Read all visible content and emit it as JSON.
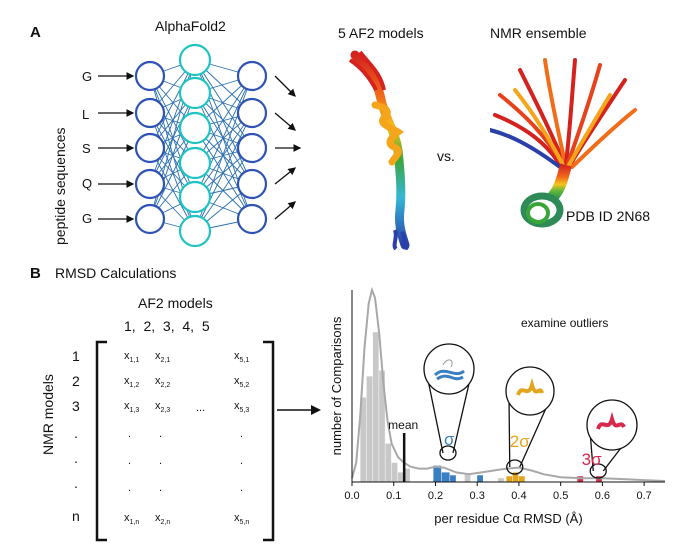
{
  "panel_a": {
    "letter": "A",
    "nn_title": "AlphaFold2",
    "ylabel": "peptide sequences",
    "inputs": [
      "G",
      "L",
      "S",
      "Q",
      "G"
    ],
    "af2_label": "5 AF2 models",
    "nmr_label": "NMR ensemble",
    "vs": "vs.",
    "pdb": "PDB ID 2N68",
    "colors": {
      "node_outer": "#2e53b4",
      "node_hidden": "#1fc3c3",
      "edge": "#2a6fb0"
    }
  },
  "panel_b": {
    "letter": "B",
    "title": "RMSD Calculations",
    "af2_models": "AF2 models",
    "col_indices": "1,  2,  3,  4,  5",
    "nmr_models": "NMR models",
    "row_indices": [
      "1",
      "2",
      "3",
      ".",
      ".",
      ".",
      "n"
    ],
    "ellipsis": "...",
    "dot": ".",
    "matrix": {
      "r1": [
        {
          "b": "x",
          "s": "1,1"
        },
        {
          "b": "x",
          "s": "2,1"
        },
        {
          "b": "x",
          "s": "5,1"
        }
      ],
      "r2": [
        {
          "b": "x",
          "s": "1,2"
        },
        {
          "b": "x",
          "s": "2,2"
        },
        {
          "b": "x",
          "s": "5,2"
        }
      ],
      "r3": [
        {
          "b": "x",
          "s": "1,3"
        },
        {
          "b": "x",
          "s": "2,3"
        },
        {
          "b": "x",
          "s": "5,3"
        }
      ],
      "rn": [
        {
          "b": "x",
          "s": "1,n"
        },
        {
          "b": "x",
          "s": "2,n"
        },
        {
          "b": "x",
          "s": "5,n"
        }
      ]
    }
  },
  "chart_data": {
    "type": "bar",
    "xlabel": "per residue Cα RMSD (Å)",
    "ylabel": "number of Comparisons",
    "xlim": [
      0.0,
      0.75
    ],
    "xticks": [
      "0.0",
      "0.1",
      "0.2",
      "0.3",
      "0.4",
      "0.5",
      "0.6",
      "0.7"
    ],
    "annotation": "examine outliers",
    "mean_label": "mean",
    "mean_x": 0.125,
    "sigma_labels": [
      {
        "text": "σ",
        "x": 0.23,
        "color": "#3a7fc2"
      },
      {
        "text": "2σ",
        "x": 0.41,
        "color": "#e3a51e"
      },
      {
        "text": "3σ",
        "x": 0.56,
        "color": "#d8294a"
      }
    ],
    "bins_gray": [
      {
        "x0": 0.02,
        "x1": 0.035,
        "height": 0.44
      },
      {
        "x0": 0.035,
        "x1": 0.05,
        "height": 0.55
      },
      {
        "x0": 0.05,
        "x1": 0.065,
        "height": 0.78
      },
      {
        "x0": 0.065,
        "x1": 0.08,
        "height": 0.58
      },
      {
        "x0": 0.08,
        "x1": 0.095,
        "height": 0.2
      },
      {
        "x0": 0.095,
        "x1": 0.11,
        "height": 0.1
      },
      {
        "x0": 0.11,
        "x1": 0.125,
        "height": 0.05
      },
      {
        "x0": 0.125,
        "x1": 0.14,
        "height": 0.07
      },
      {
        "x0": 0.27,
        "x1": 0.285,
        "height": 0.04
      },
      {
        "x0": 0.35,
        "x1": 0.365,
        "height": 0.02
      }
    ],
    "bins_blue": [
      {
        "x0": 0.195,
        "x1": 0.215,
        "height": 0.085
      },
      {
        "x0": 0.215,
        "x1": 0.235,
        "height": 0.05
      },
      {
        "x0": 0.235,
        "x1": 0.25,
        "height": 0.035
      },
      {
        "x0": 0.3,
        "x1": 0.315,
        "height": 0.035
      }
    ],
    "bins_gold": [
      {
        "x0": 0.37,
        "x1": 0.385,
        "height": 0.03
      },
      {
        "x0": 0.385,
        "x1": 0.4,
        "height": 0.05
      },
      {
        "x0": 0.4,
        "x1": 0.415,
        "height": 0.03
      }
    ],
    "bins_red": [
      {
        "x0": 0.54,
        "x1": 0.555,
        "height": 0.03
      },
      {
        "x0": 0.585,
        "x1": 0.6,
        "height": 0.03
      }
    ],
    "density_curve": [
      [
        0.0,
        0.02
      ],
      [
        0.01,
        0.1
      ],
      [
        0.02,
        0.35
      ],
      [
        0.03,
        0.7
      ],
      [
        0.04,
        0.93
      ],
      [
        0.048,
        1.0
      ],
      [
        0.055,
        0.96
      ],
      [
        0.065,
        0.78
      ],
      [
        0.075,
        0.52
      ],
      [
        0.085,
        0.32
      ],
      [
        0.095,
        0.2
      ],
      [
        0.11,
        0.13
      ],
      [
        0.125,
        0.1
      ],
      [
        0.14,
        0.08
      ],
      [
        0.16,
        0.07
      ],
      [
        0.18,
        0.07
      ],
      [
        0.2,
        0.08
      ],
      [
        0.22,
        0.075
      ],
      [
        0.25,
        0.05
      ],
      [
        0.28,
        0.04
      ],
      [
        0.31,
        0.05
      ],
      [
        0.34,
        0.06
      ],
      [
        0.37,
        0.07
      ],
      [
        0.4,
        0.075
      ],
      [
        0.43,
        0.06
      ],
      [
        0.46,
        0.04
      ],
      [
        0.5,
        0.025
      ],
      [
        0.55,
        0.02
      ],
      [
        0.6,
        0.02
      ],
      [
        0.65,
        0.015
      ],
      [
        0.7,
        0.01
      ],
      [
        0.75,
        0.005
      ]
    ],
    "colors": {
      "gray": "#c8c8c8",
      "blue": "#3a7fc2",
      "gold": "#e3a51e",
      "red": "#d8294a",
      "curve": "#a8a8a8"
    }
  }
}
